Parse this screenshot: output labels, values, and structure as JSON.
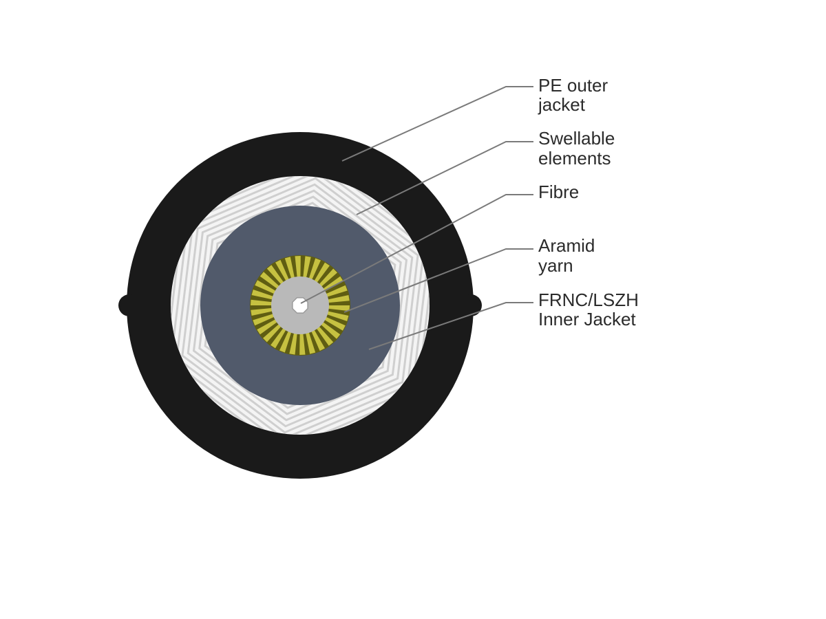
{
  "colors": {
    "outer_jacket": "#1a1a1a",
    "swellable_bg": "#f4f4f4",
    "swellable_stripe": "#cfcfcf",
    "inner_jacket": "#515a6b",
    "aramid_dark": "#5f5d12",
    "aramid_light": "#d8d24a",
    "fibre_buffer": "#b9b9b9",
    "fibre_core": "#ffffff",
    "leader_line": "#7a7a7a",
    "label_text": "#2b2b2b"
  },
  "labels": {
    "pe_outer_jacket": {
      "line1": "PE outer",
      "line2": "jacket"
    },
    "swellable_elements": {
      "line1": "Swellable",
      "line2": "elements"
    },
    "fibre": {
      "line1": "Fibre"
    },
    "aramid_yarn": {
      "line1": "Aramid",
      "line2": "yarn"
    },
    "inner_jacket": {
      "line1": "FRNC/LSZH",
      "line2": "Inner Jacket"
    }
  }
}
